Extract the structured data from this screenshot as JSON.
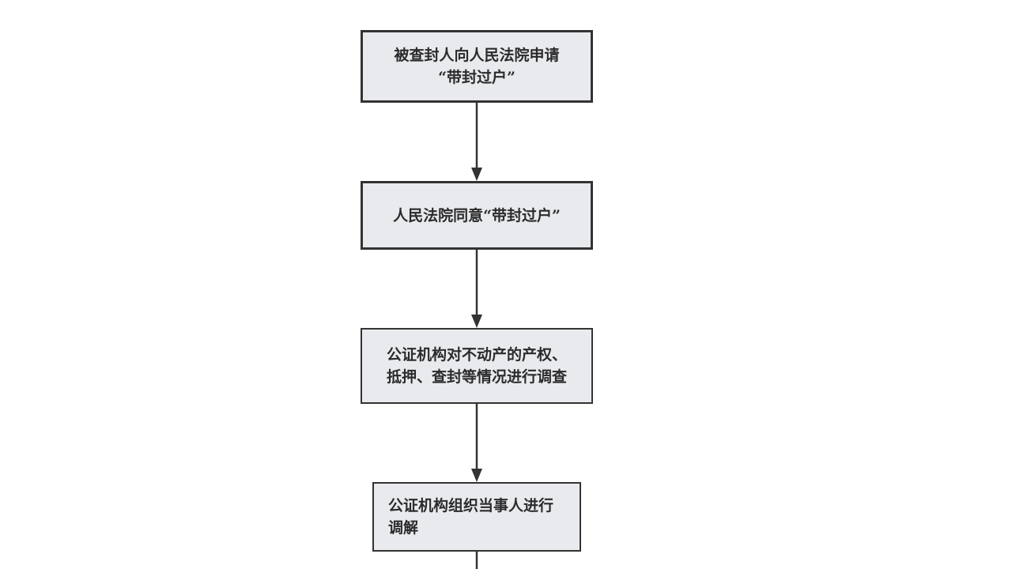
{
  "diagram": {
    "type": "flowchart",
    "nodes": [
      {
        "id": "n1",
        "lines": [
          "被查封人向人民法院申请",
          "“带封过户”"
        ]
      },
      {
        "id": "n2",
        "lines": [
          "人民法院同意“带封过户”"
        ]
      },
      {
        "id": "n3",
        "lines": [
          "公证机构对不动产的产权、",
          "抵押、查封等情况进行调查"
        ]
      },
      {
        "id": "n4",
        "lines": [
          "公证机构组织当事人进行",
          "调解"
        ]
      }
    ],
    "edges": [
      {
        "from": "n1",
        "to": "n2"
      },
      {
        "from": "n2",
        "to": "n3"
      },
      {
        "from": "n3",
        "to": "n4"
      },
      {
        "from": "n4",
        "to": "continues-below"
      }
    ],
    "colors": {
      "node_fill": "#e8eaed",
      "node_border": "#333333",
      "edge": "#333333",
      "text": "#2b2b2b"
    }
  }
}
